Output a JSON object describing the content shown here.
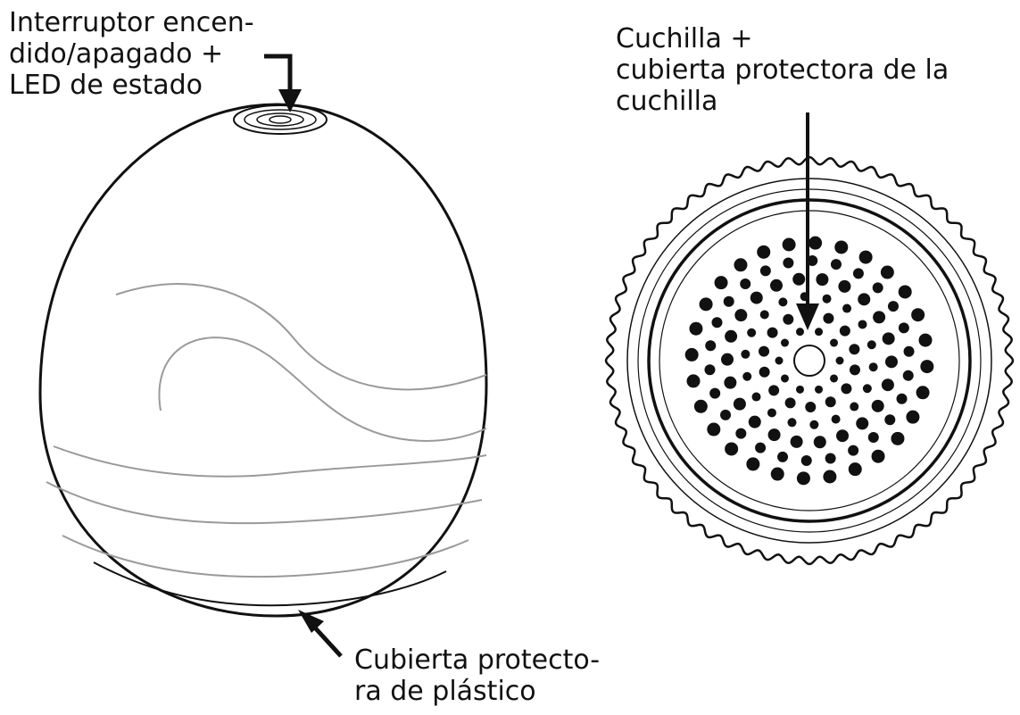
{
  "labels": {
    "switch": [
      "Interruptor encen-",
      "dido/apagado +",
      "LED de estado"
    ],
    "blade": [
      "Cuchilla +",
      "cubierta protectora de la",
      "cuchilla"
    ],
    "cover": [
      "Cubierta protecto-",
      "ra de plástico"
    ]
  },
  "colors": {
    "line": "#111111",
    "faint": "#9a9a9a",
    "background": "#ffffff"
  }
}
